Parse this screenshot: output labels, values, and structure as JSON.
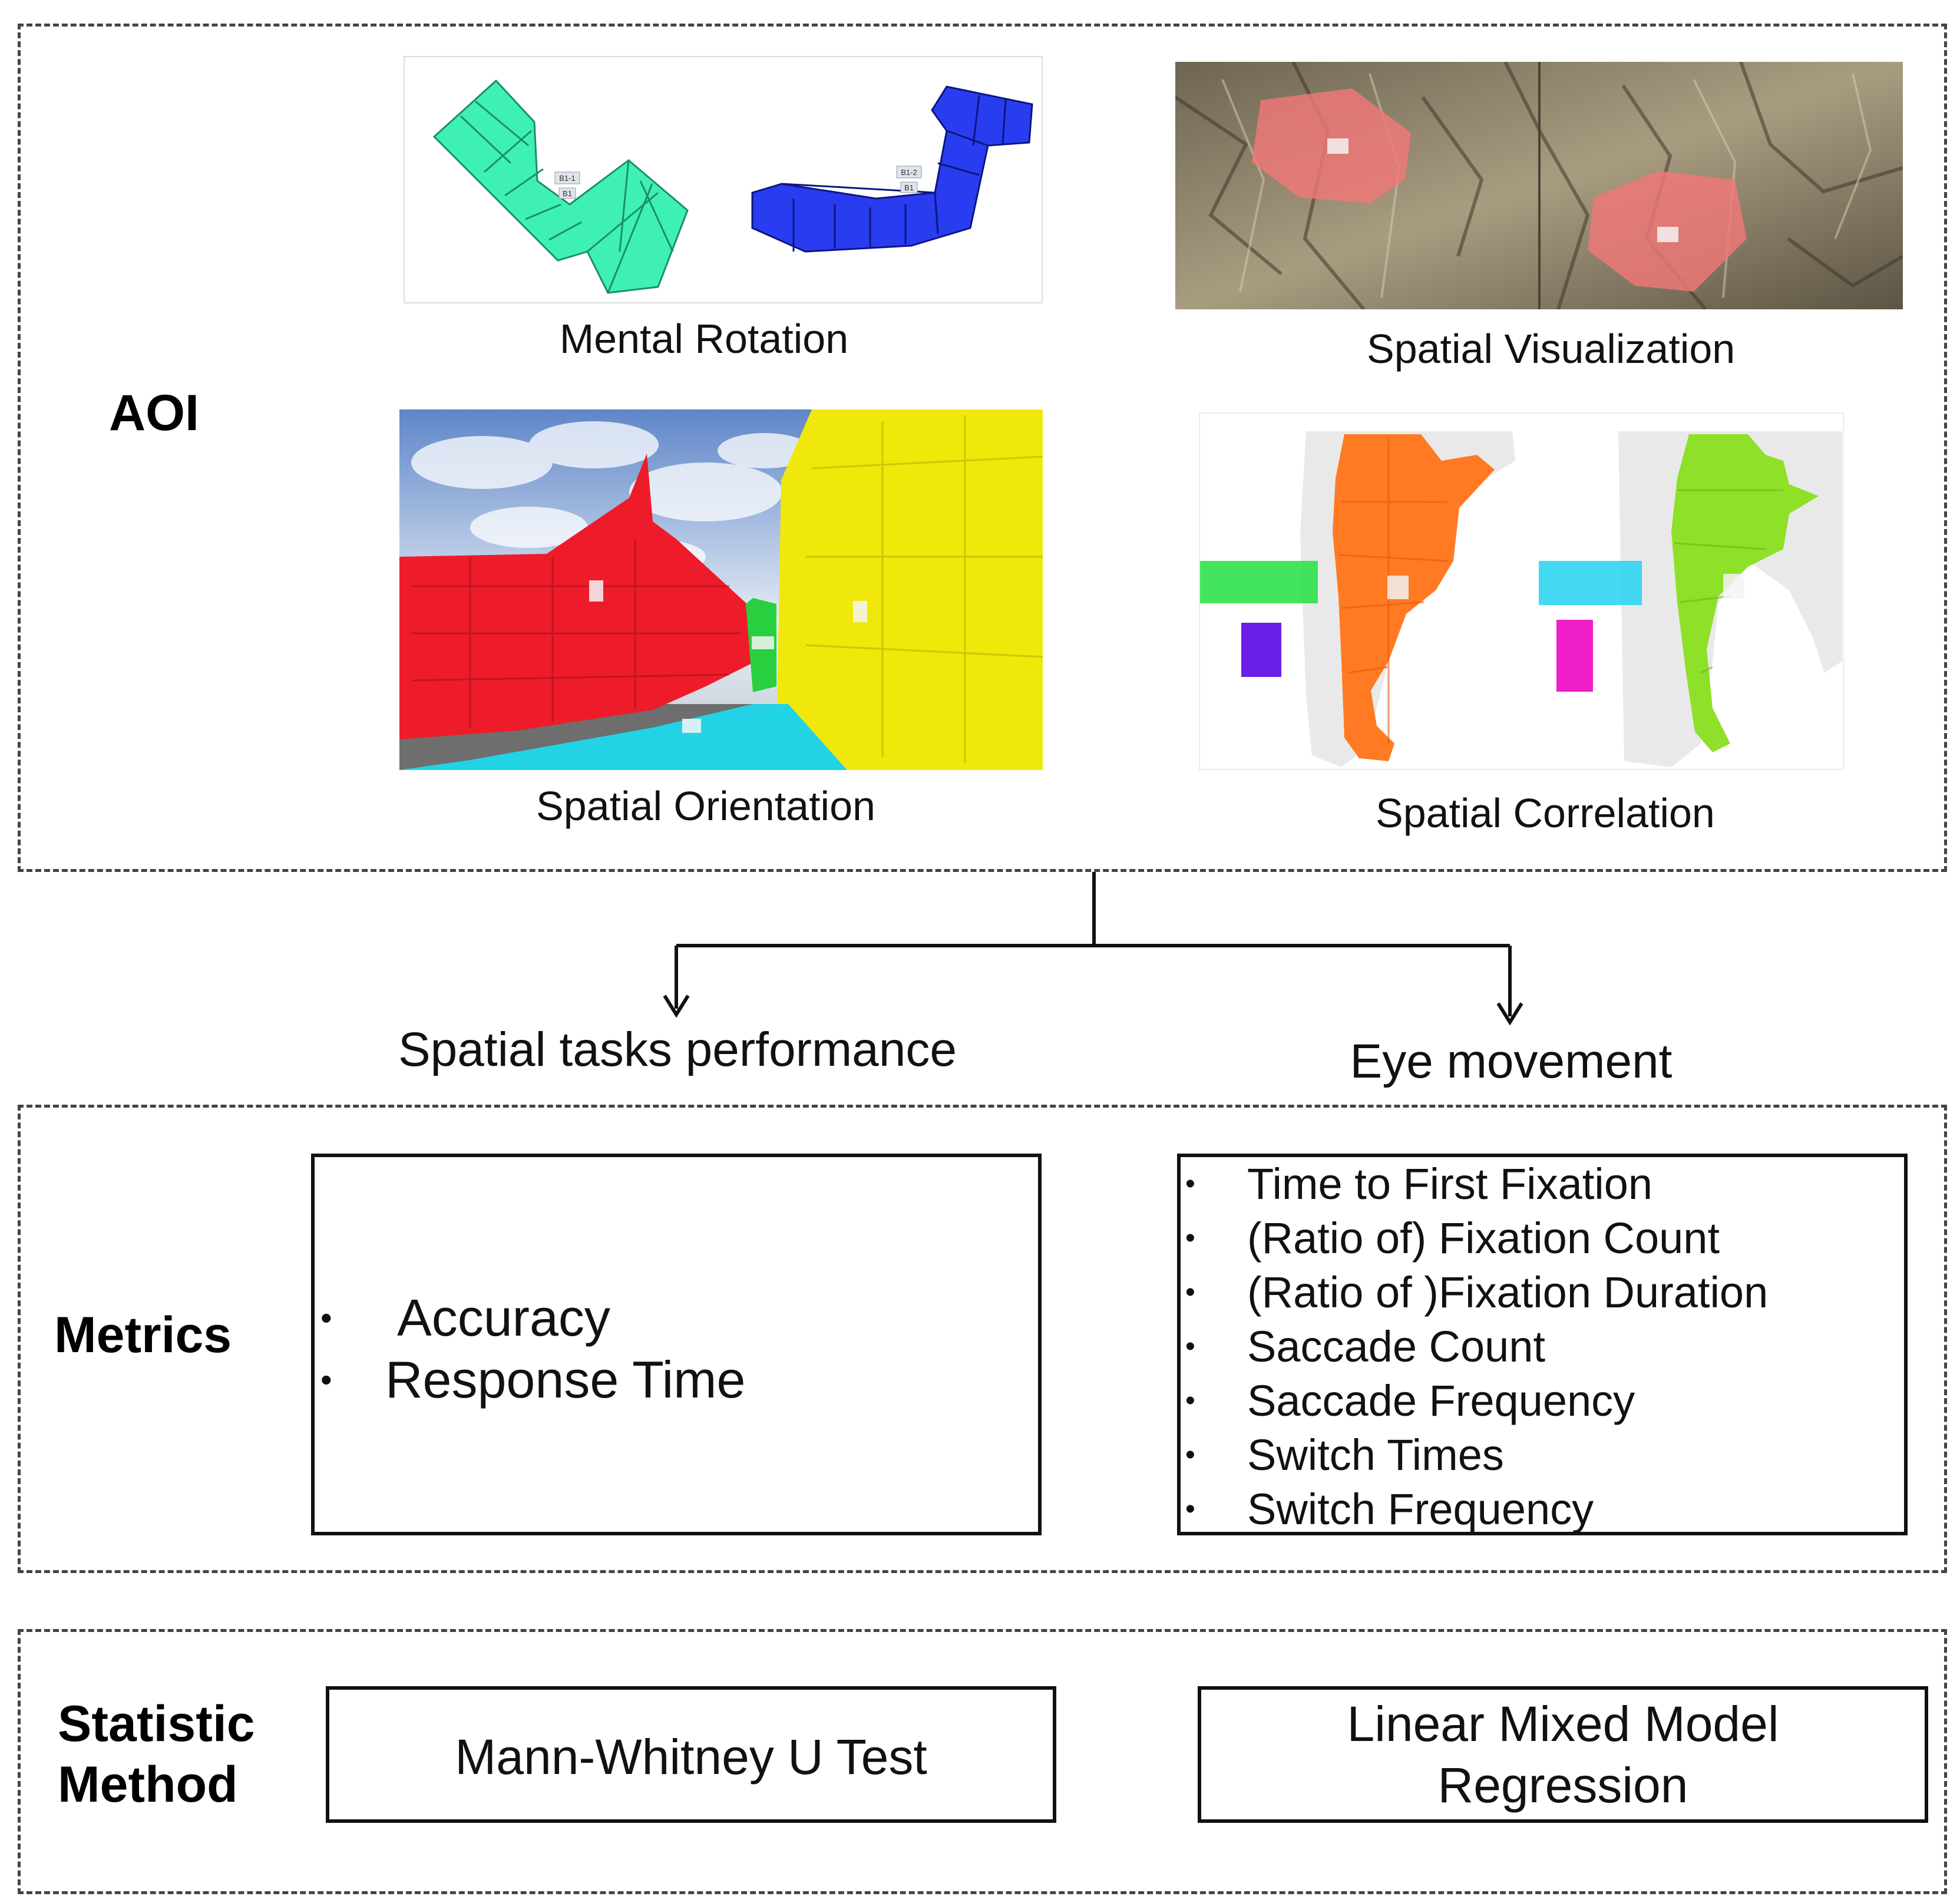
{
  "aoi": {
    "label": "AOI",
    "panels": [
      {
        "caption": "Mental Rotation",
        "icon": "mental-rotation-aoi-image"
      },
      {
        "caption": "Spatial Visualization",
        "icon": "spatial-visualization-aoi-image"
      },
      {
        "caption": "Spatial Orientation",
        "icon": "spatial-orientation-aoi-image"
      },
      {
        "caption": "Spatial Correlation",
        "icon": "spatial-correlation-aoi-image"
      }
    ],
    "mental_rotation_tags": [
      "B1-1",
      "B1",
      "B1-2",
      "B1"
    ],
    "colors": {
      "mental_left": "#3ff0b4",
      "mental_right": "#2a3cf0",
      "terrain_aoi": "#f07878",
      "street_red": "#ee1c2a",
      "street_yellow": "#f0e80a",
      "street_cyan": "#22d3e6",
      "street_green": "#28d040",
      "map_orange": "#ff7a22",
      "map_green": "#8ee028"
    }
  },
  "branches": {
    "left": "Spatial tasks performance",
    "right": "Eye movement"
  },
  "metrics": {
    "label": "Metrics",
    "performance": [
      "Accuracy",
      "Response Time"
    ],
    "eye_movement": [
      "Time to First Fixation",
      "(Ratio of) Fixation Count",
      "(Ratio of )Fixation Duration",
      "Saccade Count",
      "Saccade Frequency",
      "Switch Times",
      "Switch Frequency"
    ],
    "bullet": "•"
  },
  "statistics": {
    "label_line1": "Statistic",
    "label_line2": "Method",
    "left_method": "Mann-Whitney U Test",
    "right_method_line1": "Linear Mixed Model",
    "right_method_line2": "Regression"
  }
}
